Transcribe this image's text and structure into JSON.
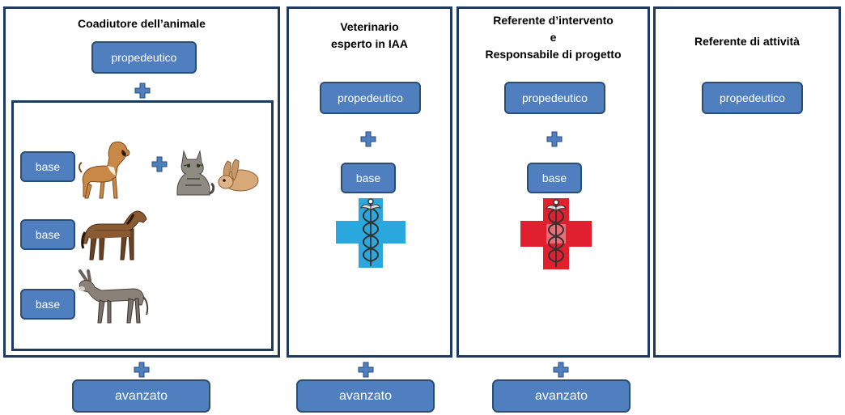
{
  "colors": {
    "panel_border": "#1f3a5f",
    "button_fill": "#4f7fbe",
    "button_border": "#2a4d78",
    "plus_fill": "#4f7fbe",
    "vet_cross_blue": "#2aa7dc",
    "vet_cross_red": "#e0202e"
  },
  "icons": {
    "plus": "plus-icon",
    "dog": "dog-icon",
    "cat": "cat-icon",
    "rabbit": "rabbit-icon",
    "horse": "horse-icon",
    "donkey": "donkey-icon",
    "caduceus_cross": "caduceus-cross-icon"
  },
  "columns": {
    "coadiutore": {
      "title": "Coadiutore dell’animale",
      "propedeutico": "propedeutico",
      "base_dog_pets": "base",
      "base_horse": "base",
      "base_donkey": "base",
      "avanzato": "avanzato"
    },
    "veterinario": {
      "title_line1": "Veterinario",
      "title_line2": "esperto in IAA",
      "propedeutico": "propedeutico",
      "base": "base",
      "avanzato": "avanzato"
    },
    "referente_intervento": {
      "title_line1": "Referente d’intervento",
      "title_line2": "e",
      "title_line3": "Responsabile di progetto",
      "propedeutico": "propedeutico",
      "base": "base",
      "avanzato": "avanzato"
    },
    "referente_attivita": {
      "title": "Referente di attività",
      "propedeutico": "propedeutico"
    }
  }
}
